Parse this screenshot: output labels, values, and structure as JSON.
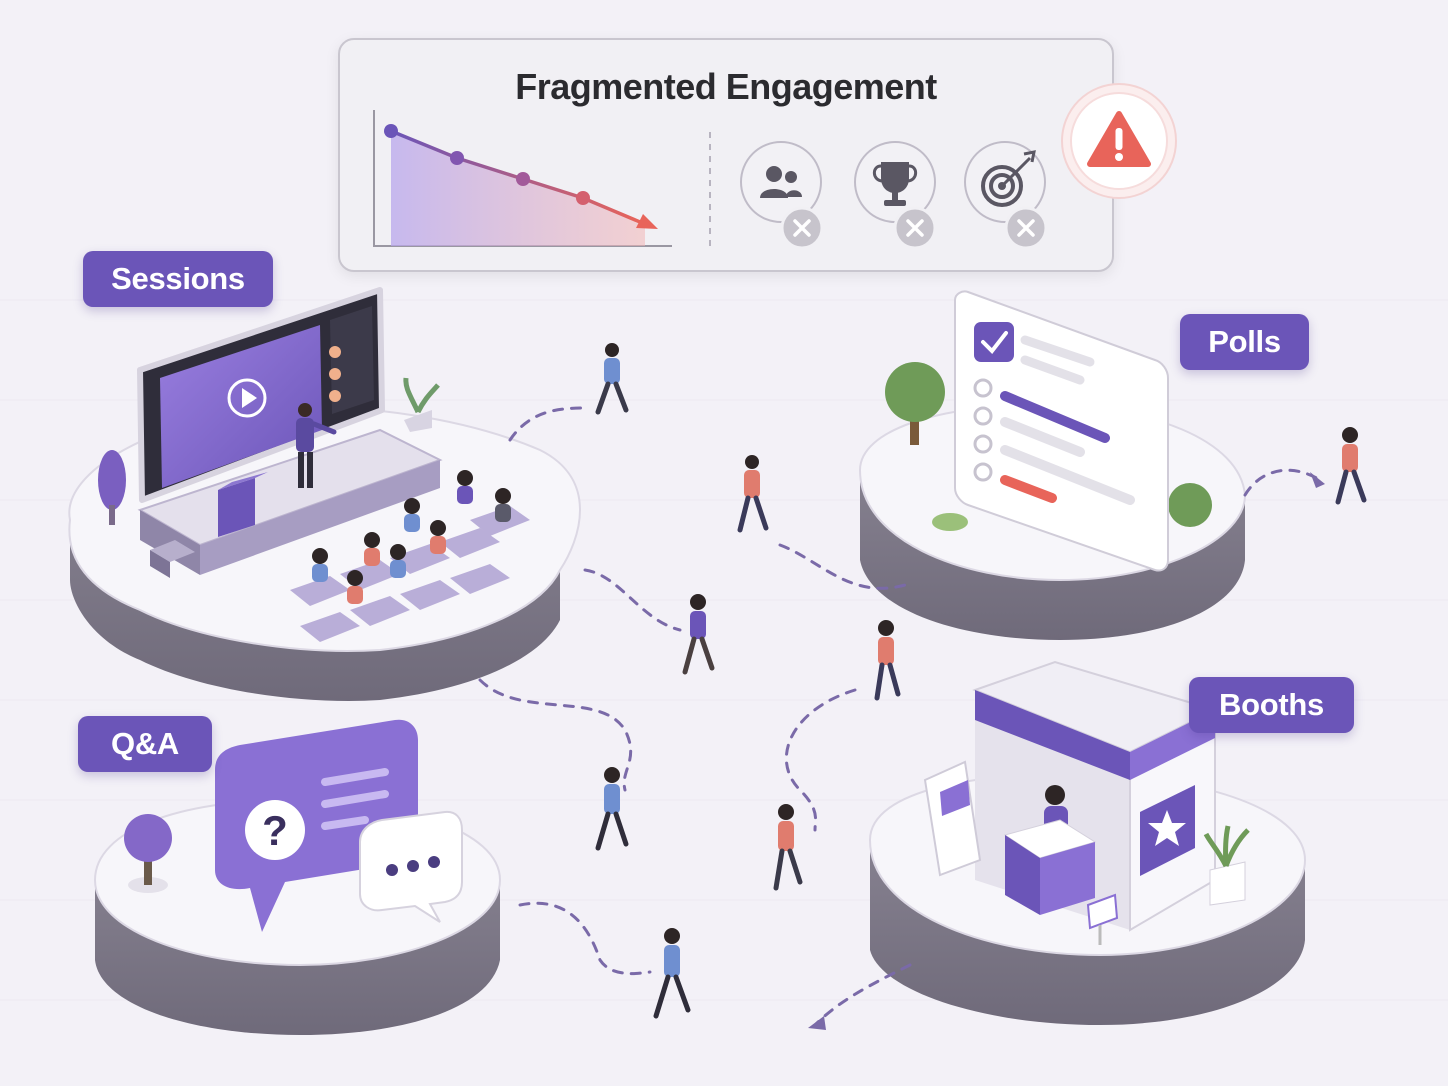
{
  "panel": {
    "title": "Fragmented Engagement",
    "trend_icons": [
      "users-icon",
      "trophy-icon",
      "target-icon"
    ],
    "status_icon": "x-mark-icon",
    "warning_icon": "warning-triangle-icon"
  },
  "zones": {
    "sessions": {
      "label": "Sessions"
    },
    "polls": {
      "label": "Polls"
    },
    "qa": {
      "label": "Q&A"
    },
    "booths": {
      "label": "Booths"
    }
  },
  "colors": {
    "accent": "#6b55b8",
    "trend_start": "#6b55b8",
    "trend_end": "#e8645a",
    "warning": "#e8645a",
    "background": "#f3f1f7"
  }
}
